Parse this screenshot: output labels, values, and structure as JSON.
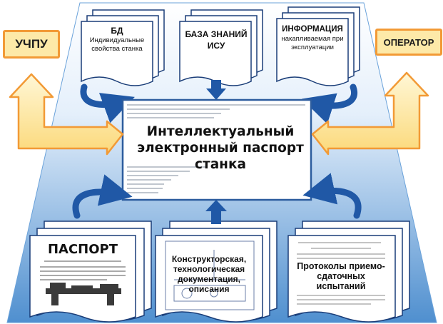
{
  "left_box": {
    "label": "УЧПУ"
  },
  "right_box": {
    "label": "ОПЕРАТОР"
  },
  "top_docs": [
    {
      "title": "БД",
      "subtitle": "Индивидуальные свойства станка"
    },
    {
      "title": "БАЗА ЗНАНИЙ ИСУ",
      "subtitle": ""
    },
    {
      "title": "ИНФОРМАЦИЯ",
      "subtitle": "накапливаемая при эксплуатации"
    }
  ],
  "center": {
    "title": "Интеллектуальный электронный паспорт станка"
  },
  "bottom_docs": [
    {
      "title": "ПАСПОРТ"
    },
    {
      "title": "Конструкторская, технологическая документация, описания"
    },
    {
      "title": "Протоколы приемо-сдаточных испытаний"
    }
  ],
  "colors": {
    "arrow_blue": "#2058a6",
    "side_arrow_fill": "#fde9a8",
    "side_arrow_stroke": "#f29a36",
    "panel_light": "#e9f3fc",
    "panel_dark": "#5b9bd8"
  }
}
